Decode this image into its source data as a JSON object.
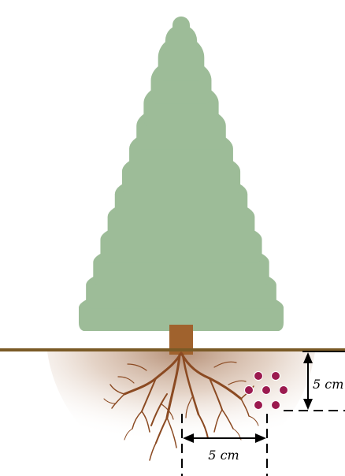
{
  "diagram": {
    "vertical_dimension_label": "5 cm",
    "horizontal_dimension_label": "5 cm",
    "colors": {
      "foliage": "#9dbc98",
      "trunk": "#a0622d",
      "ground_line": "#7a5a26",
      "soil_glow": "#a77a5c",
      "roots": "#8b4a22",
      "fertilizer_pellets": "#9b1a4f",
      "dimension_lines": "#000000"
    },
    "fertilizer_pellet_count": 7
  }
}
